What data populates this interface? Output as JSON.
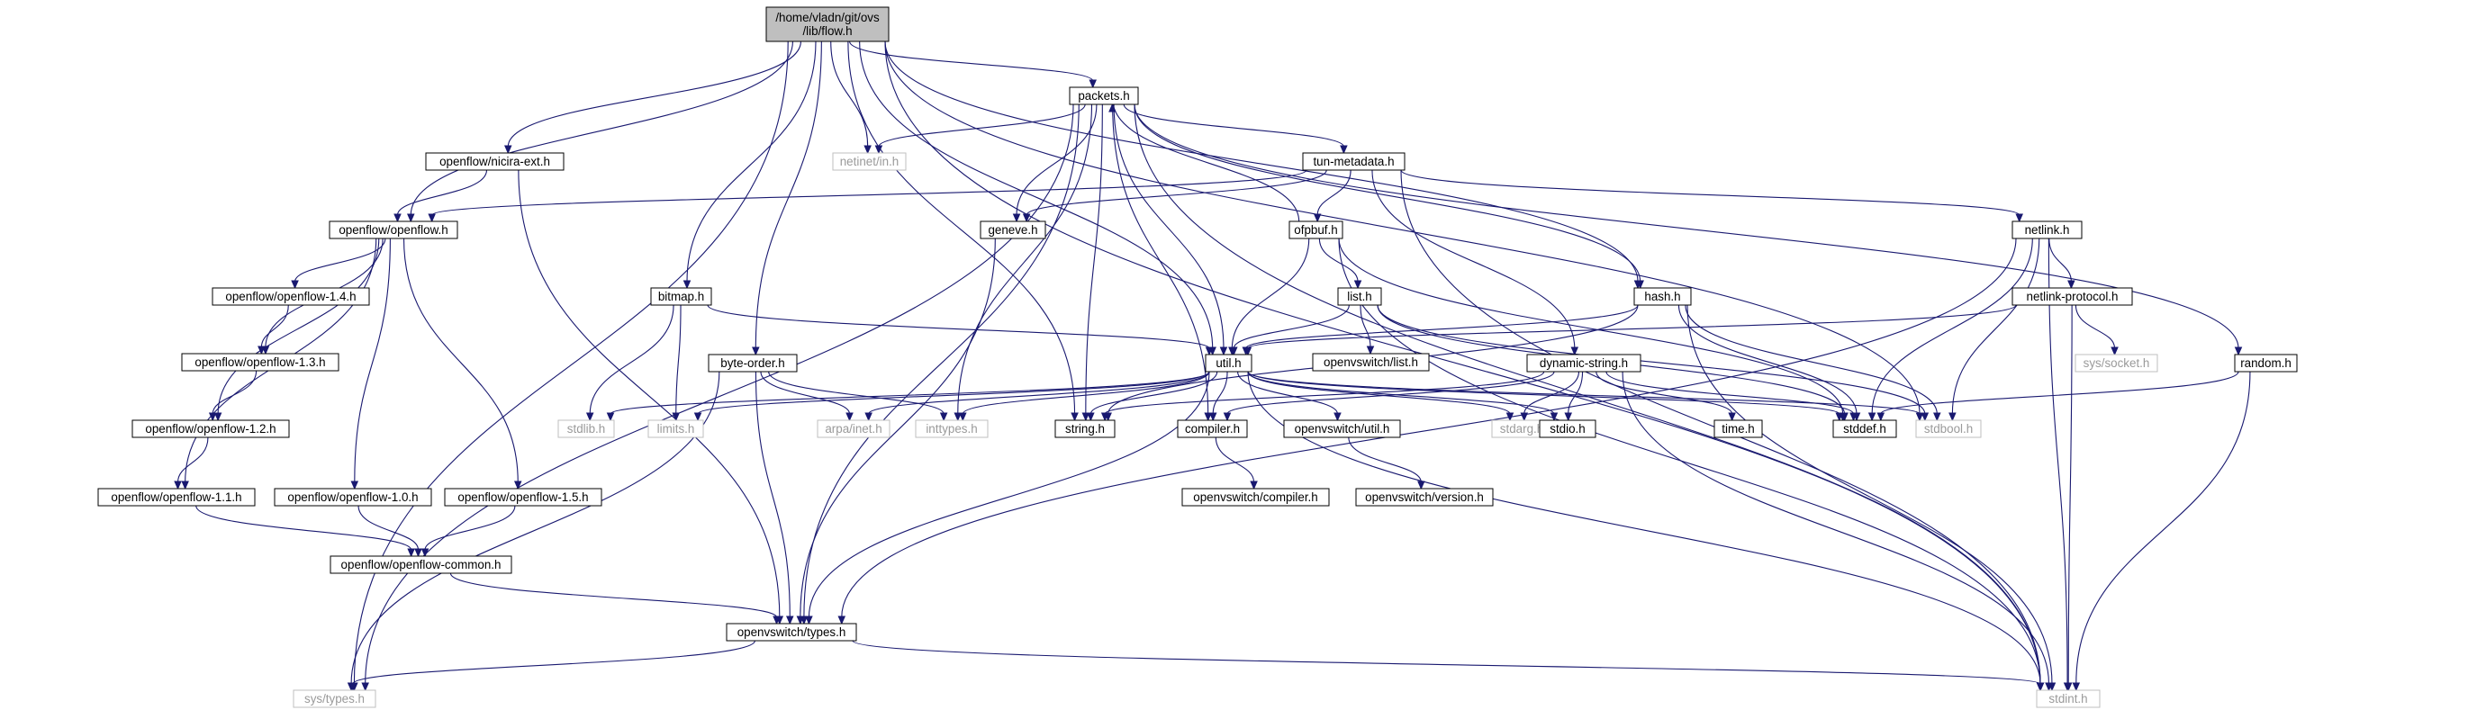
{
  "graph": {
    "title": "Include dependency graph for flow.h",
    "root": "/home/vladn/git/ovs/lib/flow.h",
    "colors": {
      "edge": "#191970",
      "root_fill": "#bfbfbf",
      "node_border": "#000000",
      "external_border": "#bfbfbf",
      "external_text": "#9a9a9a"
    },
    "nodes": [
      {
        "id": "root",
        "lines": [
          "/home/vladn/git/ovs",
          "/lib/flow.h"
        ],
        "kind": "root"
      },
      {
        "id": "packets",
        "lines": [
          "packets.h"
        ],
        "kind": "normal"
      },
      {
        "id": "nicira",
        "lines": [
          "openflow/nicira-ext.h"
        ],
        "kind": "normal"
      },
      {
        "id": "netinet",
        "lines": [
          "netinet/in.h"
        ],
        "kind": "external"
      },
      {
        "id": "tunmeta",
        "lines": [
          "tun-metadata.h"
        ],
        "kind": "normal"
      },
      {
        "id": "openflow",
        "lines": [
          "openflow/openflow.h"
        ],
        "kind": "normal"
      },
      {
        "id": "geneve",
        "lines": [
          "geneve.h"
        ],
        "kind": "normal"
      },
      {
        "id": "ofpbuf",
        "lines": [
          "ofpbuf.h"
        ],
        "kind": "normal"
      },
      {
        "id": "netlink",
        "lines": [
          "netlink.h"
        ],
        "kind": "normal"
      },
      {
        "id": "bitmap",
        "lines": [
          "bitmap.h"
        ],
        "kind": "normal"
      },
      {
        "id": "of14",
        "lines": [
          "openflow/openflow-1.4.h"
        ],
        "kind": "normal"
      },
      {
        "id": "list",
        "lines": [
          "list.h"
        ],
        "kind": "normal"
      },
      {
        "id": "hash",
        "lines": [
          "hash.h"
        ],
        "kind": "normal"
      },
      {
        "id": "nlproto",
        "lines": [
          "netlink-protocol.h"
        ],
        "kind": "normal"
      },
      {
        "id": "of13",
        "lines": [
          "openflow/openflow-1.3.h"
        ],
        "kind": "normal"
      },
      {
        "id": "byteorder",
        "lines": [
          "byte-order.h"
        ],
        "kind": "normal"
      },
      {
        "id": "util",
        "lines": [
          "util.h"
        ],
        "kind": "normal"
      },
      {
        "id": "ovslist",
        "lines": [
          "openvswitch/list.h"
        ],
        "kind": "normal"
      },
      {
        "id": "dynstr",
        "lines": [
          "dynamic-string.h"
        ],
        "kind": "normal"
      },
      {
        "id": "syssocket",
        "lines": [
          "sys/socket.h"
        ],
        "kind": "external"
      },
      {
        "id": "random",
        "lines": [
          "random.h"
        ],
        "kind": "normal"
      },
      {
        "id": "of12",
        "lines": [
          "openflow/openflow-1.2.h"
        ],
        "kind": "normal"
      },
      {
        "id": "stdlib",
        "lines": [
          "stdlib.h"
        ],
        "kind": "external"
      },
      {
        "id": "limits",
        "lines": [
          "limits.h"
        ],
        "kind": "external"
      },
      {
        "id": "arpa",
        "lines": [
          "arpa/inet.h"
        ],
        "kind": "external"
      },
      {
        "id": "inttypes",
        "lines": [
          "inttypes.h"
        ],
        "kind": "external"
      },
      {
        "id": "string",
        "lines": [
          "string.h"
        ],
        "kind": "normal"
      },
      {
        "id": "compiler",
        "lines": [
          "compiler.h"
        ],
        "kind": "normal"
      },
      {
        "id": "ovsutil",
        "lines": [
          "openvswitch/util.h"
        ],
        "kind": "normal"
      },
      {
        "id": "stdarg",
        "lines": [
          "stdarg.h"
        ],
        "kind": "external"
      },
      {
        "id": "stdio",
        "lines": [
          "stdio.h"
        ],
        "kind": "normal"
      },
      {
        "id": "time",
        "lines": [
          "time.h"
        ],
        "kind": "normal"
      },
      {
        "id": "stddef",
        "lines": [
          "stddef.h"
        ],
        "kind": "normal"
      },
      {
        "id": "stdbool",
        "lines": [
          "stdbool.h"
        ],
        "kind": "external"
      },
      {
        "id": "of11",
        "lines": [
          "openflow/openflow-1.1.h"
        ],
        "kind": "normal"
      },
      {
        "id": "of10",
        "lines": [
          "openflow/openflow-1.0.h"
        ],
        "kind": "normal"
      },
      {
        "id": "of15",
        "lines": [
          "openflow/openflow-1.5.h"
        ],
        "kind": "normal"
      },
      {
        "id": "ovscompiler",
        "lines": [
          "openvswitch/compiler.h"
        ],
        "kind": "normal"
      },
      {
        "id": "ovsversion",
        "lines": [
          "openvswitch/version.h"
        ],
        "kind": "normal"
      },
      {
        "id": "ofcommon",
        "lines": [
          "openflow/openflow-common.h"
        ],
        "kind": "normal"
      },
      {
        "id": "ovstypes",
        "lines": [
          "openvswitch/types.h"
        ],
        "kind": "normal"
      },
      {
        "id": "systypes",
        "lines": [
          "sys/types.h"
        ],
        "kind": "external"
      },
      {
        "id": "stdint",
        "lines": [
          "stdint.h"
        ],
        "kind": "external"
      }
    ],
    "edges": [
      [
        "root",
        "packets"
      ],
      [
        "root",
        "nicira"
      ],
      [
        "root",
        "netinet"
      ],
      [
        "root",
        "openflow"
      ],
      [
        "root",
        "bitmap"
      ],
      [
        "root",
        "byteorder"
      ],
      [
        "root",
        "util"
      ],
      [
        "root",
        "string"
      ],
      [
        "root",
        "hash"
      ],
      [
        "root",
        "stdbool"
      ],
      [
        "root",
        "systypes"
      ],
      [
        "root",
        "stdint"
      ],
      [
        "packets",
        "netinet"
      ],
      [
        "packets",
        "tunmeta"
      ],
      [
        "packets",
        "geneve"
      ],
      [
        "packets",
        "util"
      ],
      [
        "packets",
        "hash"
      ],
      [
        "packets",
        "random"
      ],
      [
        "packets",
        "inttypes"
      ],
      [
        "packets",
        "string"
      ],
      [
        "packets",
        "compiler"
      ],
      [
        "packets",
        "ovstypes"
      ],
      [
        "packets",
        "systypes"
      ],
      [
        "packets",
        "stdint"
      ],
      [
        "nicira",
        "openflow"
      ],
      [
        "nicira",
        "ovstypes"
      ],
      [
        "tunmeta",
        "openflow"
      ],
      [
        "tunmeta",
        "geneve"
      ],
      [
        "tunmeta",
        "ofpbuf"
      ],
      [
        "tunmeta",
        "netlink"
      ],
      [
        "tunmeta",
        "dynstr"
      ],
      [
        "tunmeta",
        "stdint"
      ],
      [
        "ofpbuf",
        "packets"
      ],
      [
        "ofpbuf",
        "list"
      ],
      [
        "ofpbuf",
        "util"
      ],
      [
        "ofpbuf",
        "stddef"
      ],
      [
        "ofpbuf",
        "stdint"
      ],
      [
        "geneve",
        "ovstypes"
      ],
      [
        "openflow",
        "of14"
      ],
      [
        "openflow",
        "of13"
      ],
      [
        "openflow",
        "of12"
      ],
      [
        "openflow",
        "of11"
      ],
      [
        "openflow",
        "of10"
      ],
      [
        "openflow",
        "of15"
      ],
      [
        "of14",
        "of13"
      ],
      [
        "of13",
        "of12"
      ],
      [
        "of12",
        "of11"
      ],
      [
        "of11",
        "ofcommon"
      ],
      [
        "of10",
        "ofcommon"
      ],
      [
        "of15",
        "ofcommon"
      ],
      [
        "ofcommon",
        "ovstypes"
      ],
      [
        "bitmap",
        "util"
      ],
      [
        "bitmap",
        "stdlib"
      ],
      [
        "bitmap",
        "limits"
      ],
      [
        "list",
        "util"
      ],
      [
        "list",
        "ovslist"
      ],
      [
        "list",
        "stddef"
      ],
      [
        "list",
        "stdbool"
      ],
      [
        "hash",
        "util"
      ],
      [
        "hash",
        "string"
      ],
      [
        "hash",
        "stddef"
      ],
      [
        "hash",
        "stdbool"
      ],
      [
        "hash",
        "stdint"
      ],
      [
        "netlink",
        "nlproto"
      ],
      [
        "netlink",
        "stddef"
      ],
      [
        "netlink",
        "stdbool"
      ],
      [
        "netlink",
        "ovstypes"
      ],
      [
        "netlink",
        "stdint"
      ],
      [
        "nlproto",
        "util"
      ],
      [
        "nlproto",
        "syssocket"
      ],
      [
        "nlproto",
        "stdint"
      ],
      [
        "random",
        "stddef"
      ],
      [
        "random",
        "stdint"
      ],
      [
        "byteorder",
        "arpa"
      ],
      [
        "byteorder",
        "inttypes"
      ],
      [
        "byteorder",
        "ovstypes"
      ],
      [
        "byteorder",
        "systypes"
      ],
      [
        "util",
        "stdlib"
      ],
      [
        "util",
        "limits"
      ],
      [
        "util",
        "arpa"
      ],
      [
        "util",
        "inttypes"
      ],
      [
        "util",
        "string"
      ],
      [
        "util",
        "compiler"
      ],
      [
        "util",
        "ovsutil"
      ],
      [
        "util",
        "stdarg"
      ],
      [
        "util",
        "stdio"
      ],
      [
        "util",
        "stddef"
      ],
      [
        "util",
        "stdbool"
      ],
      [
        "util",
        "ovstypes"
      ],
      [
        "util",
        "stdint"
      ],
      [
        "dynstr",
        "stdarg"
      ],
      [
        "dynstr",
        "stdio"
      ],
      [
        "dynstr",
        "time"
      ],
      [
        "dynstr",
        "string"
      ],
      [
        "dynstr",
        "compiler"
      ],
      [
        "dynstr",
        "stddef"
      ],
      [
        "dynstr",
        "stdint"
      ],
      [
        "compiler",
        "ovscompiler"
      ],
      [
        "ovsutil",
        "ovsversion"
      ],
      [
        "ovstypes",
        "systypes"
      ],
      [
        "ovstypes",
        "stdint"
      ]
    ]
  }
}
